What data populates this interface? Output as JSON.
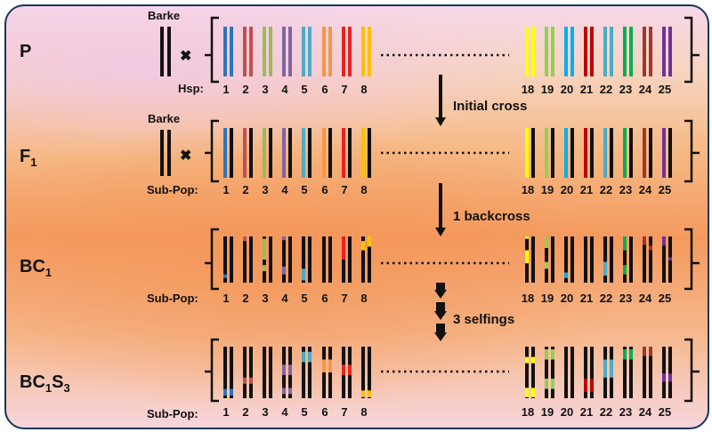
{
  "colors": {
    "black": "#111111",
    "chromosomes": [
      "#2e75b6",
      "#c0504d",
      "#9bbb59",
      "#8064a2",
      "#4bacc6",
      "#f79646",
      "#e8231f",
      "#ffc000",
      "#ffff00",
      "#92d050",
      "#00b0f0",
      "#c00000",
      "#4bacc6",
      "#00b050",
      "#a0372b",
      "#7030a0"
    ]
  },
  "generations": {
    "p": {
      "label": "P"
    },
    "f1": {
      "label": "F",
      "sub": "1"
    },
    "bc1": {
      "label": "BC",
      "sub": "1"
    },
    "bc1s3": {
      "label": "BC",
      "sub": "1",
      "label2": "S",
      "sub2": "3"
    }
  },
  "parent_labels": {
    "barke_p": "Barke",
    "barke_f1": "Barke",
    "hsp": "Hsp:",
    "subpop_f1": "Sub-Pop:",
    "subpop_bc1": "Sub-Pop:",
    "subpop_bc1s3": "Sub-Pop:"
  },
  "cross_symbol": "✖",
  "steps": {
    "initial_cross": "Initial cross",
    "backcross": "1 backcross",
    "selfings": "3 selfings"
  },
  "numbers_left": [
    "1",
    "2",
    "3",
    "4",
    "5",
    "6",
    "7",
    "8"
  ],
  "numbers_right": [
    "18",
    "19",
    "20",
    "21",
    "22",
    "23",
    "24",
    "25"
  ]
}
